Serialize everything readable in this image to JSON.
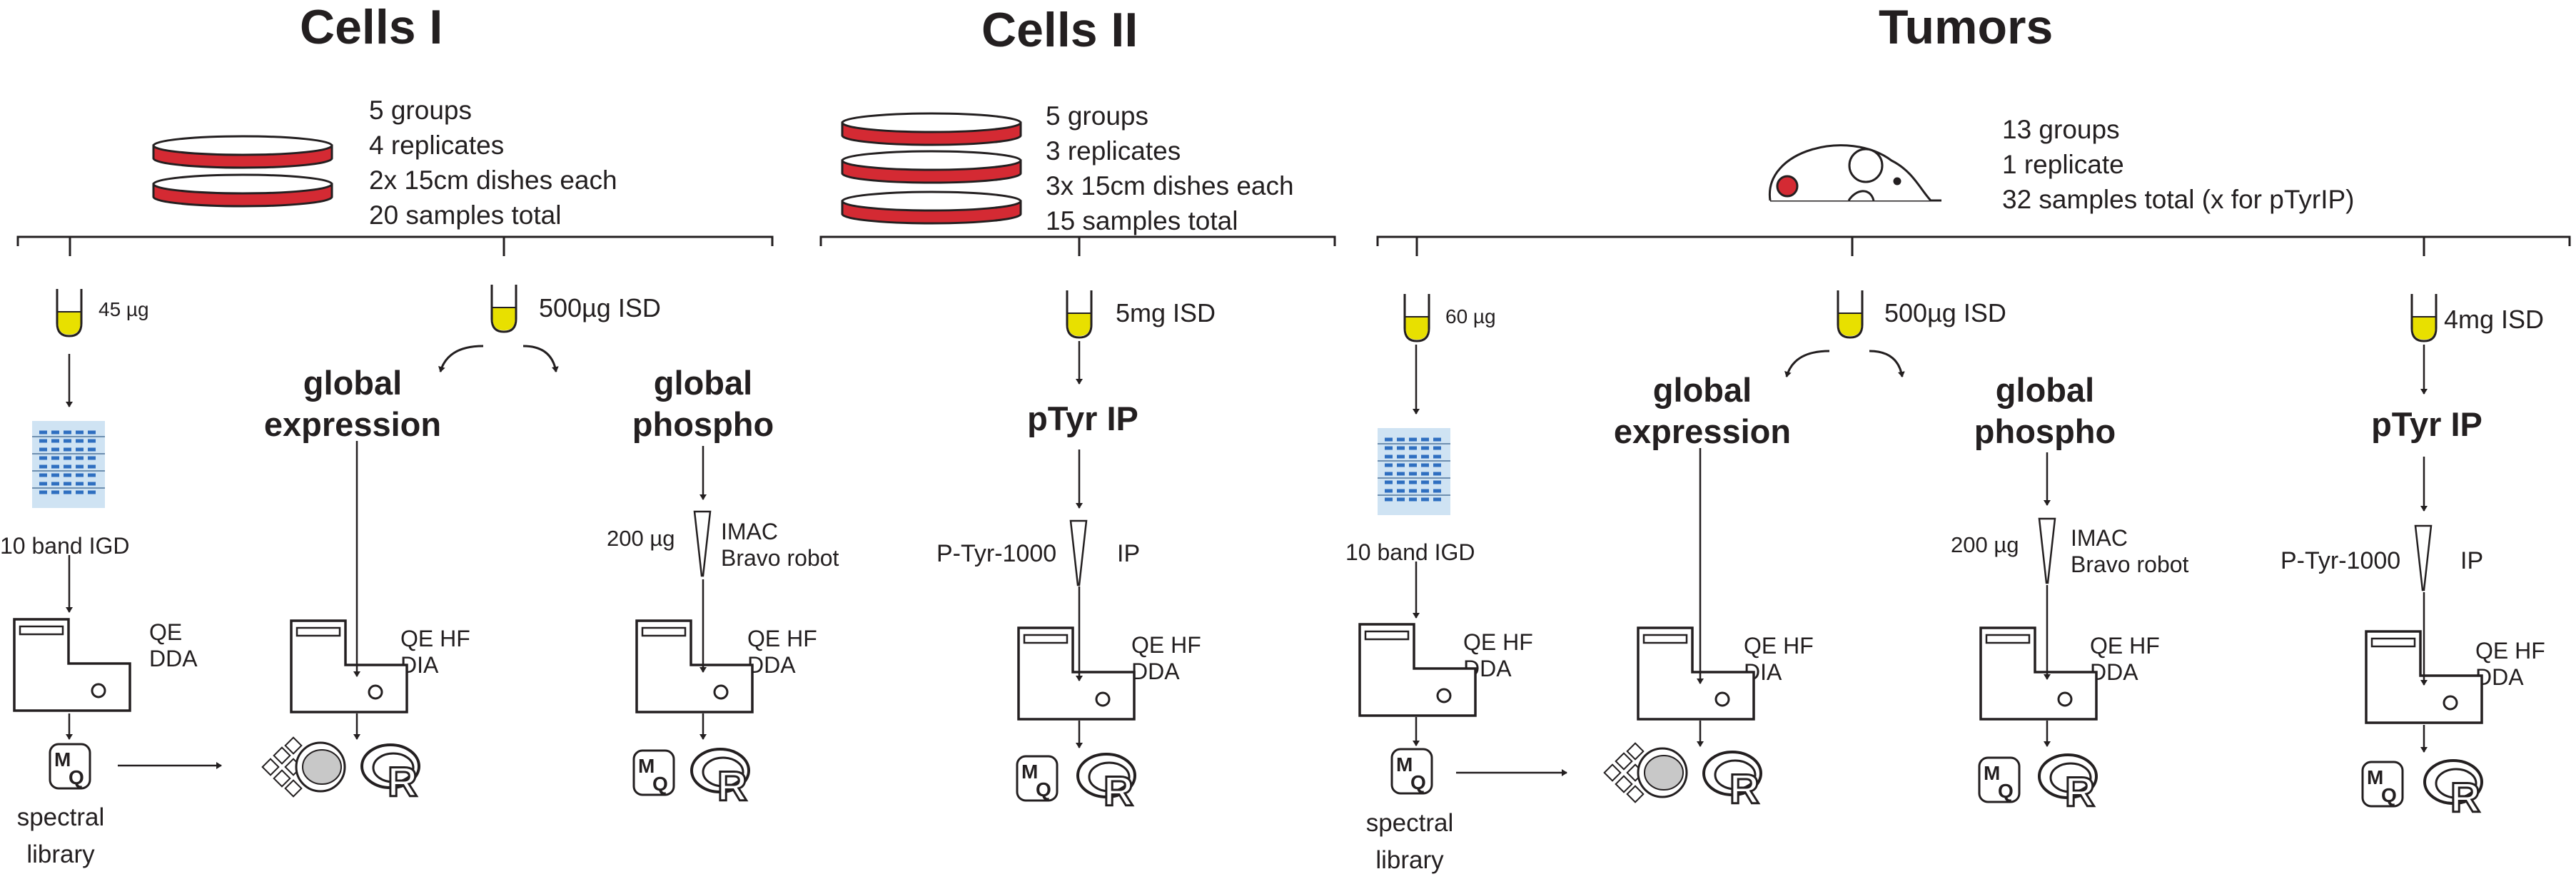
{
  "sections": [
    {
      "title": "Cells I",
      "meta": [
        "5 groups",
        "4 replicates",
        "2x 15cm dishes each",
        "20 samples total"
      ],
      "amount_a": "45 µg",
      "gel_label": "10 band IGD",
      "amount_b": "500µg ISD",
      "expression": [
        "global",
        "expression"
      ],
      "phospho": [
        "global",
        "phospho"
      ],
      "imac_amount": "200 µg",
      "imac": [
        "IMAC",
        "Bravo robot"
      ],
      "ms_a": [
        "QE",
        "DDA"
      ],
      "ms_b": [
        "QE HF",
        "DIA"
      ],
      "ms_c": [
        "QE HF",
        "DDA"
      ],
      "library": [
        "spectral",
        "library"
      ]
    },
    {
      "title": "Cells II",
      "meta": [
        "5 groups",
        "3 replicates",
        "3x 15cm dishes each",
        "15 samples total"
      ],
      "amount": "5mg ISD",
      "step": "pTyr IP",
      "antibody": "P-Tyr-1000",
      "ip": "IP",
      "ms": [
        "QE HF",
        "DDA"
      ]
    },
    {
      "title": "Tumors",
      "meta": [
        "13 groups",
        "1 replicate",
        "32 samples total (x for pTyrIP)"
      ],
      "amount_a": "60 µg",
      "gel_label": "10 band IGD",
      "amount_b": "500µg ISD",
      "expression": [
        "global",
        "expression"
      ],
      "phospho": [
        "global",
        "phospho"
      ],
      "imac_amount": "200 µg",
      "imac": [
        "IMAC",
        "Bravo robot"
      ],
      "amount_c": "4mg ISD",
      "step": "pTyr IP",
      "antibody": "P-Tyr-1000",
      "ip": "IP",
      "ms_a": [
        "QE HF",
        "DDA"
      ],
      "ms_b": [
        "QE HF",
        "DIA"
      ],
      "ms_c": [
        "QE HF",
        "DDA"
      ],
      "ms_d": [
        "QE HF",
        "DDA"
      ],
      "library": [
        "spectral",
        "library"
      ]
    }
  ],
  "software_logos": {
    "maxquant": [
      "M",
      "Q"
    ],
    "r": "R"
  },
  "colors": {
    "dish": "#d42a33",
    "tube_fill": "#e8e000",
    "gel_bg": "#cfe3f3",
    "gel_band": "#2f6fc0",
    "mouse_eye": "#d42a33",
    "line": "#231f20"
  }
}
